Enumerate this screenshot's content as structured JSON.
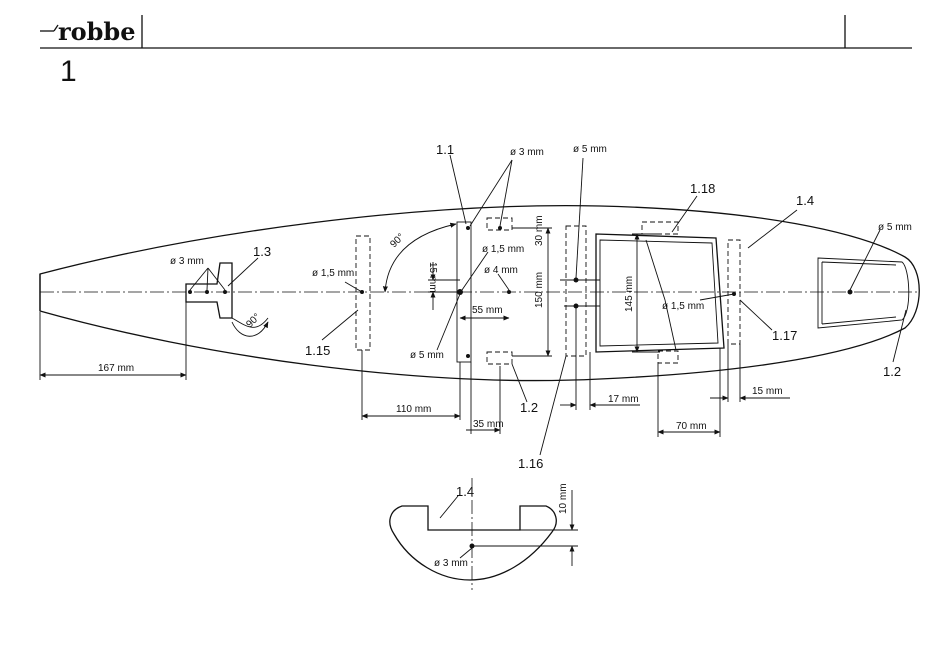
{
  "header": {
    "brand": "robbe",
    "page_number": "1"
  },
  "labels": {
    "part_1_1": "1.1",
    "part_1_2_right": "1.2",
    "part_1_2_bottom": "1.2",
    "part_1_3": "1.3",
    "part_1_4_top": "1.4",
    "part_1_4_section": "1.4",
    "part_1_15": "1.15",
    "part_1_16": "1.16",
    "part_1_17": "1.17",
    "part_1_18": "1.18"
  },
  "dimensions": {
    "d_167": "167 mm",
    "d_110": "110 mm",
    "d_35": "35 mm",
    "d_55": "55 mm",
    "d_17": "17 mm",
    "d_70": "70 mm",
    "d_15_right": "15 mm",
    "d_15_vert": "15 mm",
    "d_30": "30 mm",
    "d_150": "150 mm",
    "d_145": "145 mm",
    "d_10": "10 mm",
    "phi_3_left": "ø 3 mm",
    "phi_3_top": "ø 3 mm",
    "phi_5_top": "ø 5 mm",
    "phi_5_right": "ø 5 mm",
    "phi_5_center": "ø 5 mm",
    "phi_15_left": "ø 1,5 mm",
    "phi_15_mid": "ø 1,5 mm",
    "phi_15_right": "ø 1,5 mm",
    "phi_4": "ø 4 mm",
    "phi_3_section": "ø 3 mm",
    "angle_90_top": "90°",
    "angle_90_left": "90°"
  }
}
